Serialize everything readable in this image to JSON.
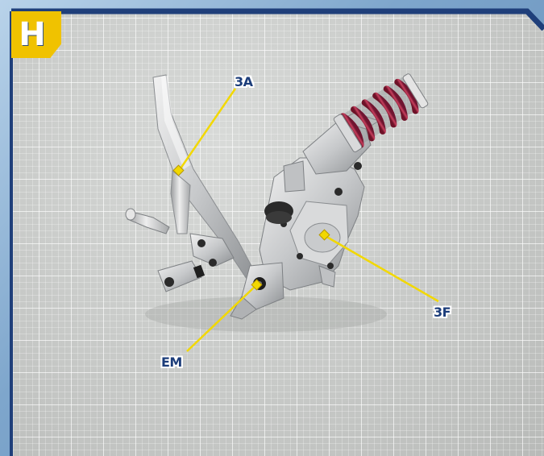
{
  "step_label": "H",
  "callouts": {
    "a": "3A",
    "b": "3F",
    "c": "EM"
  },
  "colors": {
    "badge": "#f0c200",
    "callout_line": "#f2d800",
    "frame_blue": "#1f3f7a",
    "spring_red": "#a8203d"
  }
}
